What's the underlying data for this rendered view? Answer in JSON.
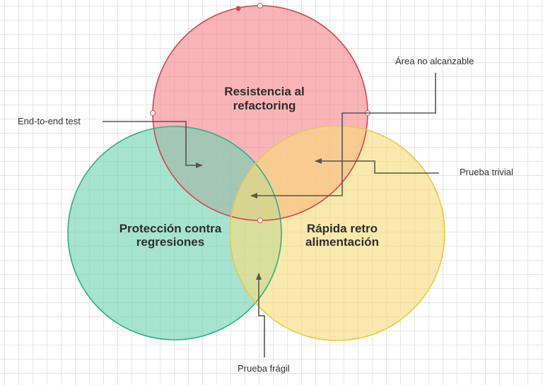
{
  "diagram": {
    "circles": {
      "resistencia": {
        "label_line1": "Resistencia al",
        "label_line2": "refactoring",
        "fill": "#f5868a",
        "stroke": "#d9434b"
      },
      "proteccion": {
        "label_line1": "Protección contra",
        "label_line2": "regresiones",
        "fill": "#6fd3b3",
        "stroke": "#2bb08a"
      },
      "rapida": {
        "label_line1": "Rápida retro",
        "label_line2": "alimentación",
        "fill": "#f7dc79",
        "stroke": "#e9c84a"
      }
    },
    "callouts": {
      "end_to_end": "End-to-end test",
      "area_no_alcanzable": "Área no alcanzable",
      "prueba_trivial": "Prueba trivial",
      "prueba_fragil": "Prueba frágil"
    }
  }
}
